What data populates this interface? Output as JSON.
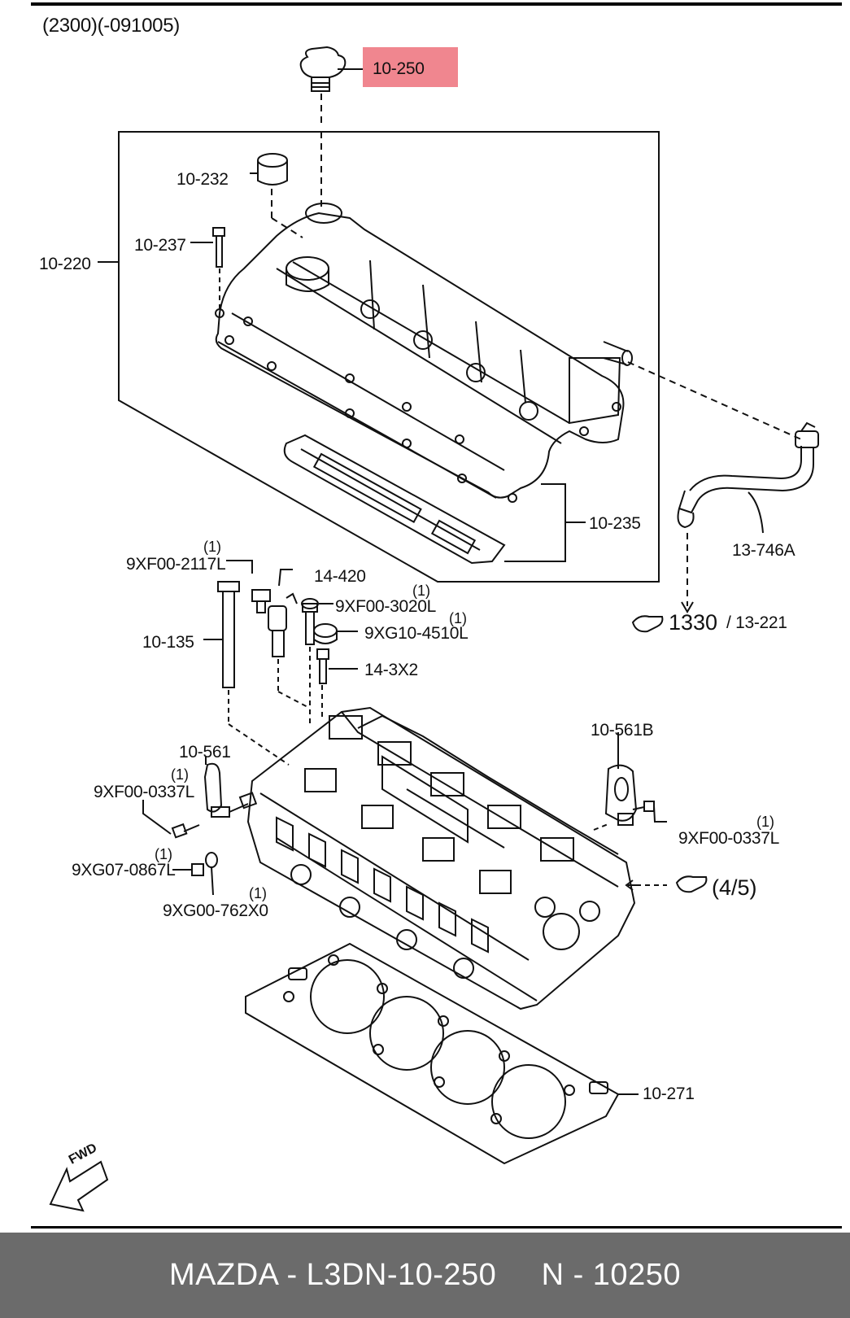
{
  "header": {
    "code": "(2300)(-091005)"
  },
  "labels": {
    "p10250": "10-250",
    "p10232": "10-232",
    "p10237": "10-237",
    "p10220": "10-220",
    "p10235": "10-235",
    "p13746A": "13-746A",
    "p1330": "1330",
    "p13221": "/ 13-221",
    "p9XF002117L": "9XF00-2117L",
    "p9XF002117L_qty": "(1)",
    "p14420": "14-420",
    "p9XF003020L": "9XF00-3020L",
    "p9XF003020L_qty": "(1)",
    "p9XG104510L": "9XG10-4510L",
    "p9XG104510L_qty": "(1)",
    "p10135": "10-135",
    "p143X2": "14-3X2",
    "p10561": "10-561",
    "p9XF000337L_left": "9XF00-0337L",
    "p9XF000337L_left_qty": "(1)",
    "p9XG070867L": "9XG07-0867L",
    "p9XG070867L_qty": "(1)",
    "p9XG00762X0": "9XG00-762X0",
    "p9XG00762X0_qty": "(1)",
    "p10561B": "10-561B",
    "p9XF000337L_right": "9XF00-0337L",
    "p9XF000337L_right_qty": "(1)",
    "p45": "(4/5)",
    "p10271": "10-271",
    "fwd": "FWD"
  },
  "highlight": {
    "part": "10-250",
    "color": "#f0868f"
  },
  "footer": {
    "text": "MAZDA - L3DN-10-250     N - 10250",
    "background": "#6b6b6b",
    "color": "#ffffff"
  }
}
